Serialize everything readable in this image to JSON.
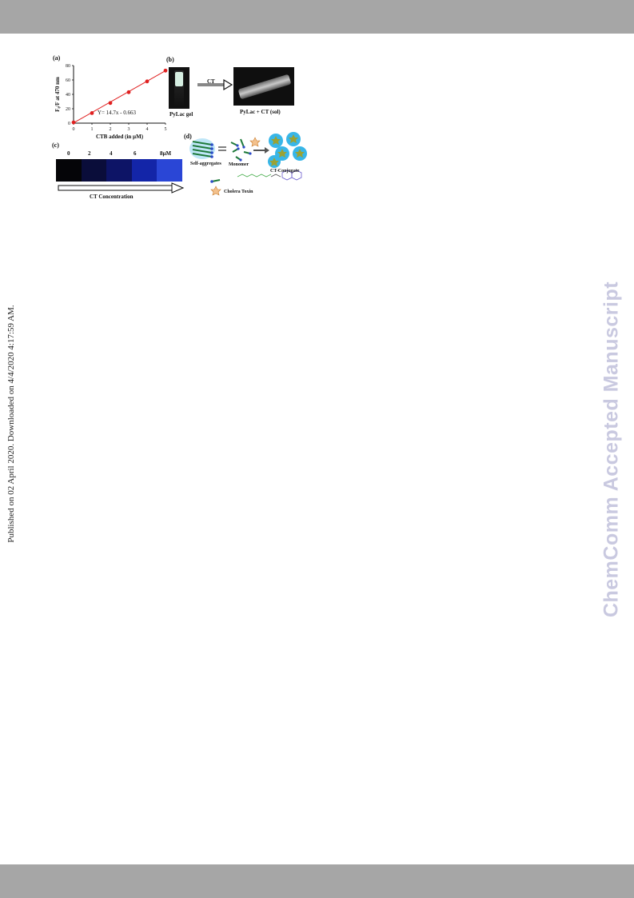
{
  "sidebar_left": {
    "text": "Published on 02 April 2020. Downloaded on 4/4/2020 4:17:59 AM."
  },
  "sidebar_right": {
    "text": "ChemComm Accepted Manuscript"
  },
  "figure": {
    "panel_a": {
      "label": "(a)",
      "equation": "Y= 14.7x - 0.663"
    },
    "panel_b": {
      "label": "(b)",
      "arrow_label": "CT",
      "caption_left": "PyLac gel",
      "caption_right": "PyLac + CT (sol)"
    },
    "panel_c": {
      "label": "(c)",
      "concentrations": [
        "0",
        "2",
        "4",
        "6",
        "8µM"
      ],
      "strip_colors": [
        "#050508",
        "#0a0d3a",
        "#0d1466",
        "#1325a8",
        "#2a46d6"
      ],
      "arrow_label": "CT Concentration"
    },
    "panel_d": {
      "label": "(d)",
      "self_aggregates": "Self-aggregates",
      "monomer": "Monomer",
      "conjugate": "CT-Conjugate",
      "legend_toxin": "Cholera Toxin"
    }
  },
  "chart_data": {
    "type": "scatter",
    "xlabel": "CTB added (in µM)",
    "ylabel": "F₀/F at 470 nm",
    "xlim": [
      0,
      5
    ],
    "ylim": [
      0,
      80
    ],
    "xticks": [
      0,
      1,
      2,
      3,
      4,
      5
    ],
    "yticks": [
      0,
      20,
      40,
      60,
      80
    ],
    "series": [
      {
        "x": [
          0,
          1,
          2,
          3,
          4,
          5
        ],
        "y": [
          1,
          14,
          28,
          43,
          58,
          73
        ],
        "color": "#e02020"
      }
    ],
    "fit": {
      "slope": 14.7,
      "intercept": -0.663,
      "color": "#e02020"
    },
    "annotation": "Y= 14.7x - 0.663"
  }
}
